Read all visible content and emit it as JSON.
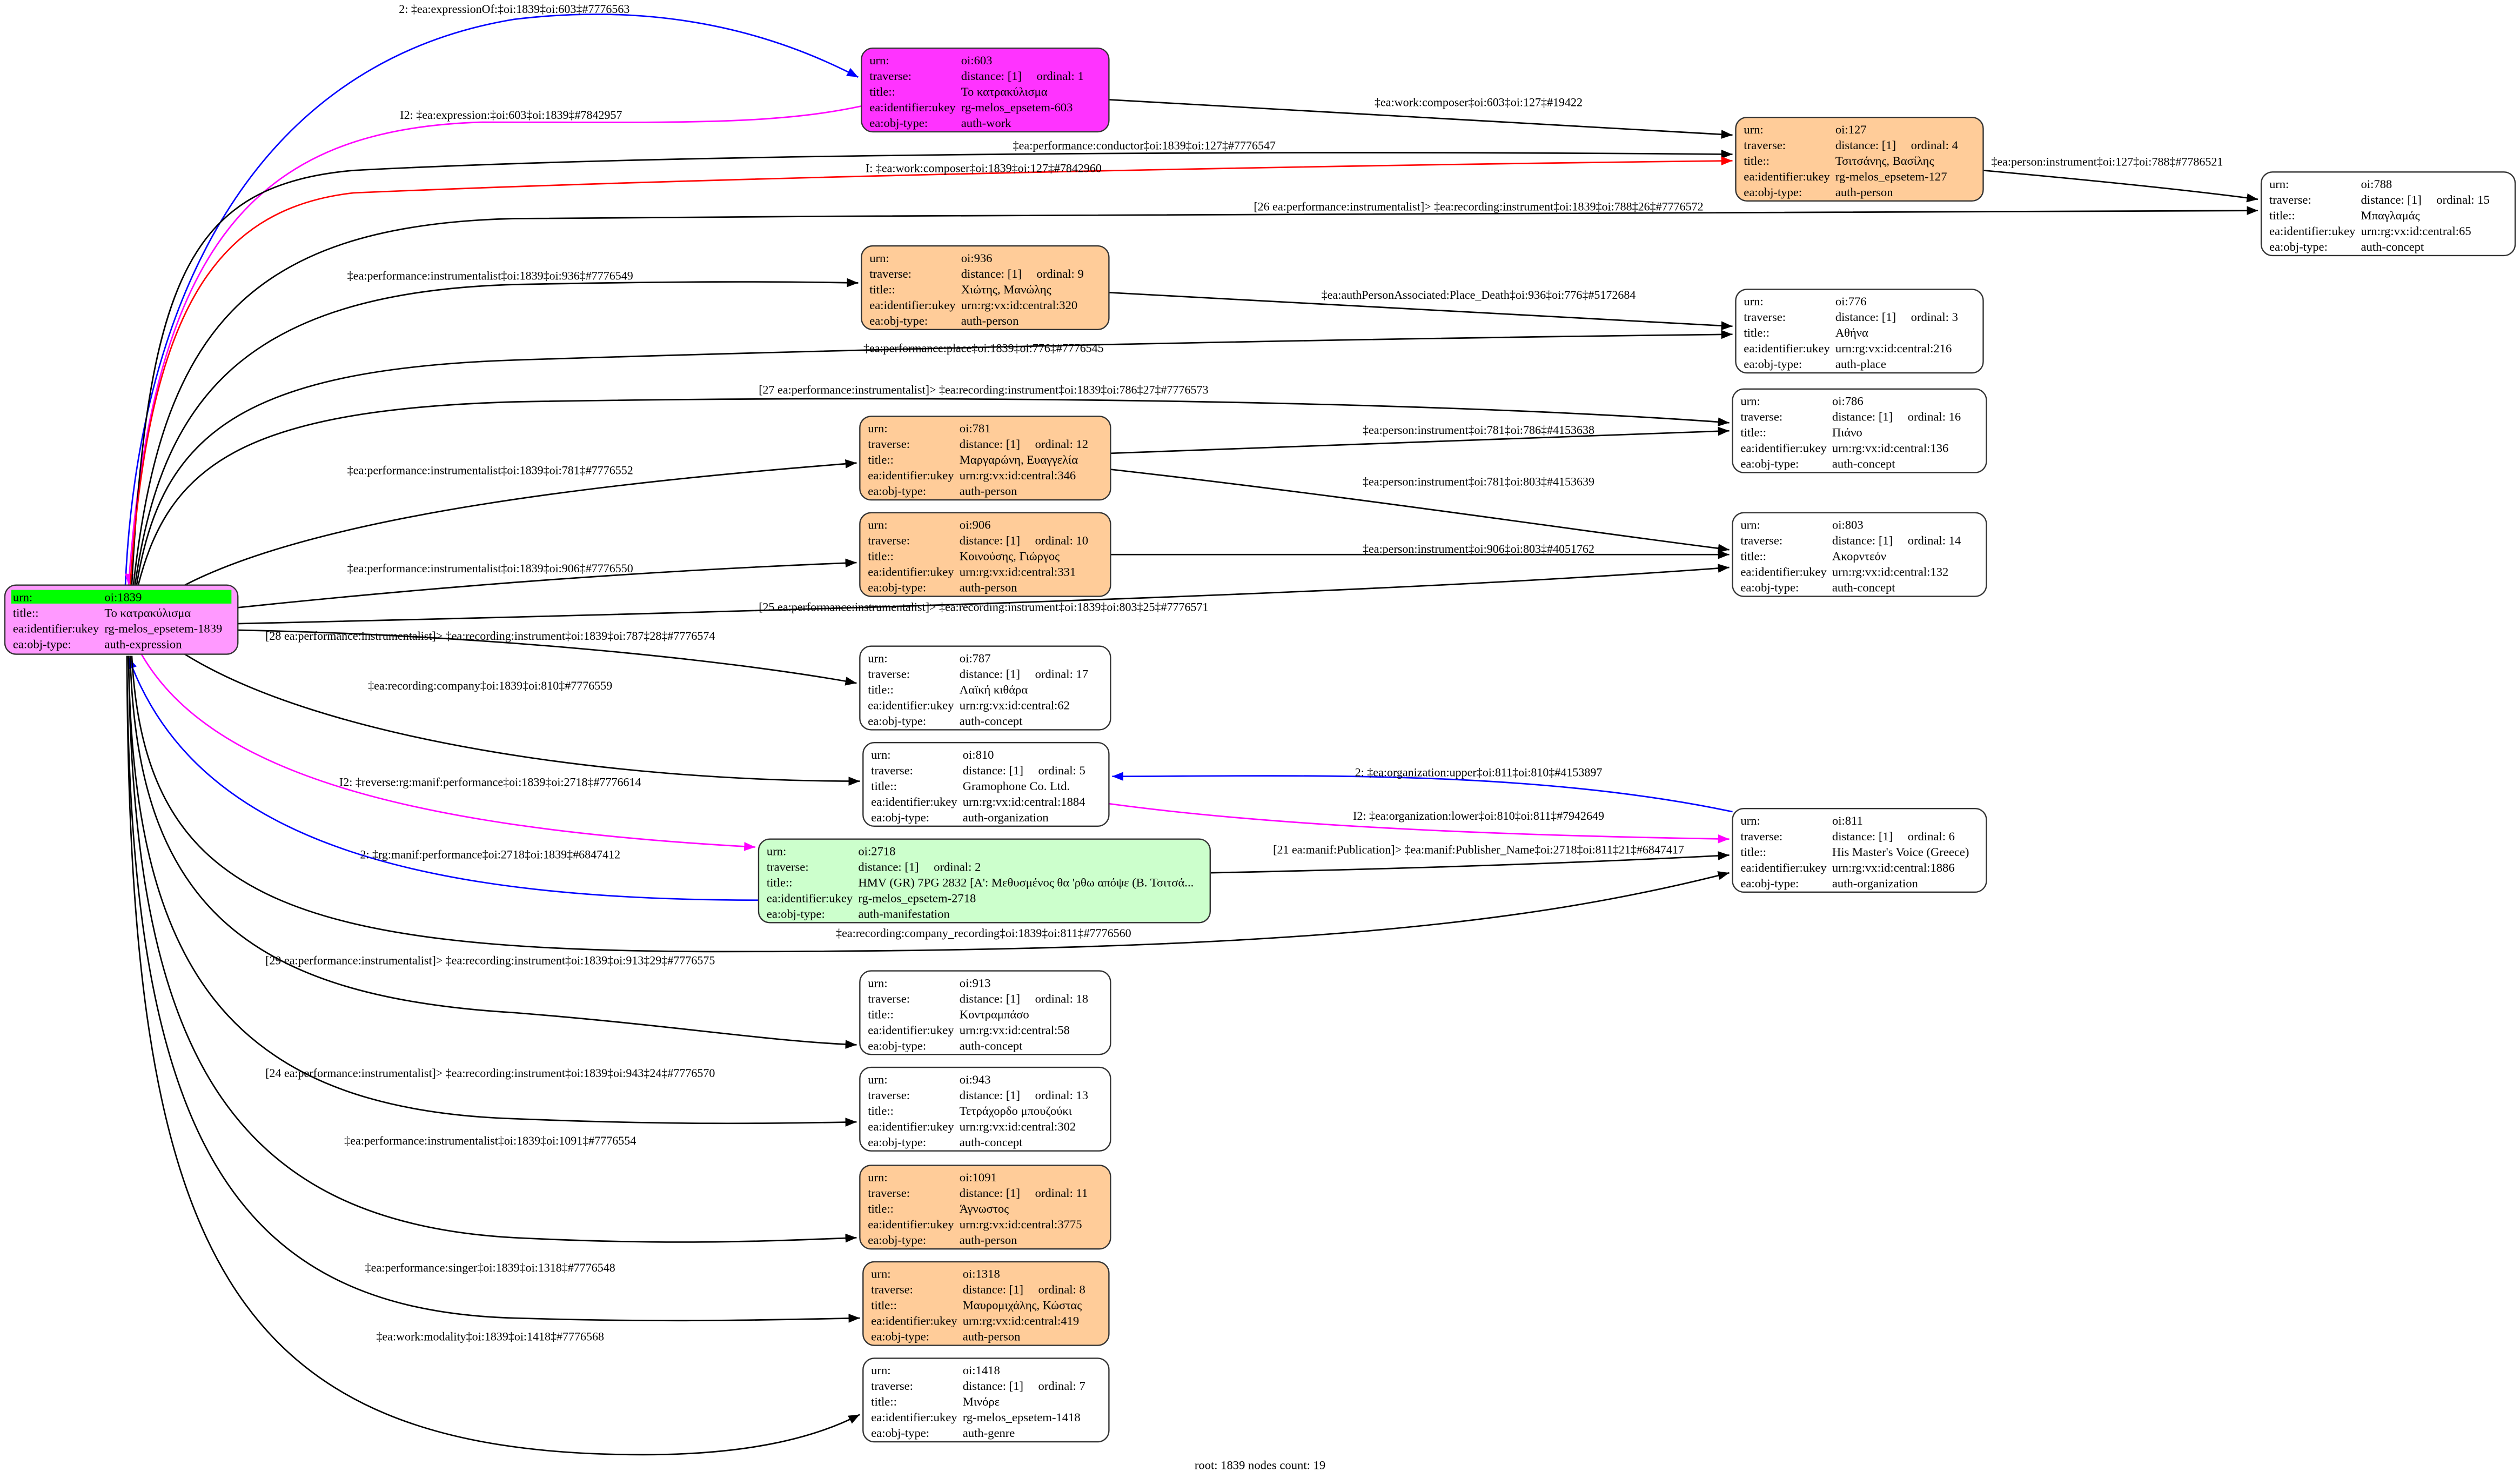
{
  "row_labels": {
    "urn": "urn:",
    "traverse": "traverse:",
    "title": "title::",
    "ukey": "ea:identifier:ukey",
    "obj_type": "ea:obj-type:"
  },
  "colors": {
    "root_fill": "#ff99ff",
    "root_highlight": "#00ff00",
    "work": "#ff33ff",
    "person": "#ffcc99",
    "manifestation": "#ccffcc",
    "default": "#ffffff",
    "edge_blue": "#0000ff",
    "edge_magenta": "#ff00ff",
    "edge_red": "#ff0000",
    "edge_black": "#000000"
  },
  "nodes": [
    {
      "id": "1839",
      "urn": "oi:1839",
      "title": "Το κατρακύλισμα",
      "ukey": "rg-melos_epsetem-1839",
      "obj_type": "auth-expression",
      "fill": "#ff99ff",
      "root": true
    },
    {
      "id": "603",
      "urn": "oi:603",
      "distance": "distance: [1]",
      "ordinal": "ordinal: 1",
      "title": "Το κατρακύλισμα",
      "ukey": "rg-melos_epsetem-603",
      "obj_type": "auth-work",
      "fill": "#ff33ff"
    },
    {
      "id": "127",
      "urn": "oi:127",
      "distance": "distance: [1]",
      "ordinal": "ordinal: 4",
      "title": "Τσιτσάνης, Βασίλης",
      "ukey": "rg-melos_epsetem-127",
      "obj_type": "auth-person",
      "fill": "#ffcc99"
    },
    {
      "id": "788",
      "urn": "oi:788",
      "distance": "distance: [1]",
      "ordinal": "ordinal: 15",
      "title": "Μπαγλαμάς",
      "ukey": "urn:rg:vx:id:central:65",
      "obj_type": "auth-concept",
      "fill": "#ffffff"
    },
    {
      "id": "936",
      "urn": "oi:936",
      "distance": "distance: [1]",
      "ordinal": "ordinal: 9",
      "title": "Χιώτης, Μανώλης",
      "ukey": "urn:rg:vx:id:central:320",
      "obj_type": "auth-person",
      "fill": "#ffcc99"
    },
    {
      "id": "776",
      "urn": "oi:776",
      "distance": "distance: [1]",
      "ordinal": "ordinal: 3",
      "title": "Αθήνα",
      "ukey": "urn:rg:vx:id:central:216",
      "obj_type": "auth-place",
      "fill": "#ffffff"
    },
    {
      "id": "786",
      "urn": "oi:786",
      "distance": "distance: [1]",
      "ordinal": "ordinal: 16",
      "title": "Πιάνο",
      "ukey": "urn:rg:vx:id:central:136",
      "obj_type": "auth-concept",
      "fill": "#ffffff"
    },
    {
      "id": "781",
      "urn": "oi:781",
      "distance": "distance: [1]",
      "ordinal": "ordinal: 12",
      "title": "Μαργαρώνη, Ευαγγελία",
      "ukey": "urn:rg:vx:id:central:346",
      "obj_type": "auth-person",
      "fill": "#ffcc99"
    },
    {
      "id": "906",
      "urn": "oi:906",
      "distance": "distance: [1]",
      "ordinal": "ordinal: 10",
      "title": "Κοινούσης, Γιώργος",
      "ukey": "urn:rg:vx:id:central:331",
      "obj_type": "auth-person",
      "fill": "#ffcc99"
    },
    {
      "id": "803",
      "urn": "oi:803",
      "distance": "distance: [1]",
      "ordinal": "ordinal: 14",
      "title": "Ακορντεόν",
      "ukey": "urn:rg:vx:id:central:132",
      "obj_type": "auth-concept",
      "fill": "#ffffff"
    },
    {
      "id": "787",
      "urn": "oi:787",
      "distance": "distance: [1]",
      "ordinal": "ordinal: 17",
      "title": "Λαϊκή κιθάρα",
      "ukey": "urn:rg:vx:id:central:62",
      "obj_type": "auth-concept",
      "fill": "#ffffff"
    },
    {
      "id": "810",
      "urn": "oi:810",
      "distance": "distance: [1]",
      "ordinal": "ordinal: 5",
      "title": "Gramophone Co. Ltd.",
      "ukey": "urn:rg:vx:id:central:1884",
      "obj_type": "auth-organization",
      "fill": "#ffffff"
    },
    {
      "id": "2718",
      "urn": "oi:2718",
      "distance": "distance: [1]",
      "ordinal": "ordinal: 2",
      "title": "HMV (GR) 7PG 2832 [Α': Μεθυσμένος θα 'ρθω απόψε (Β. Τσιτσά...",
      "ukey": "rg-melos_epsetem-2718",
      "obj_type": "auth-manifestation",
      "fill": "#ccffcc"
    },
    {
      "id": "811",
      "urn": "oi:811",
      "distance": "distance: [1]",
      "ordinal": "ordinal: 6",
      "title": "His Master's Voice (Greece)",
      "ukey": "urn:rg:vx:id:central:1886",
      "obj_type": "auth-organization",
      "fill": "#ffffff"
    },
    {
      "id": "913",
      "urn": "oi:913",
      "distance": "distance: [1]",
      "ordinal": "ordinal: 18",
      "title": "Κοντραμπάσο",
      "ukey": "urn:rg:vx:id:central:58",
      "obj_type": "auth-concept",
      "fill": "#ffffff"
    },
    {
      "id": "943",
      "urn": "oi:943",
      "distance": "distance: [1]",
      "ordinal": "ordinal: 13",
      "title": "Τετράχορδο μπουζούκι",
      "ukey": "urn:rg:vx:id:central:302",
      "obj_type": "auth-concept",
      "fill": "#ffffff"
    },
    {
      "id": "1091",
      "urn": "oi:1091",
      "distance": "distance: [1]",
      "ordinal": "ordinal: 11",
      "title": "Άγνωστος",
      "ukey": "urn:rg:vx:id:central:3775",
      "obj_type": "auth-person",
      "fill": "#ffcc99"
    },
    {
      "id": "1318",
      "urn": "oi:1318",
      "distance": "distance: [1]",
      "ordinal": "ordinal: 8",
      "title": "Μαυρομιχάλης, Κώστας",
      "ukey": "urn:rg:vx:id:central:419",
      "obj_type": "auth-person",
      "fill": "#ffcc99"
    },
    {
      "id": "1418",
      "urn": "oi:1418",
      "distance": "distance: [1]",
      "ordinal": "ordinal: 7",
      "title": "Μινόρε",
      "ukey": "rg-melos_epsetem-1418",
      "obj_type": "auth-genre",
      "fill": "#ffffff"
    }
  ],
  "edges": [
    {
      "label": "2: ‡ea:expressionOf:‡oi:1839‡oi:603‡#7776563",
      "color": "#0000ff"
    },
    {
      "label": "I2: ‡ea:expression:‡oi:603‡oi:1839‡#7842957",
      "color": "#ff00ff"
    },
    {
      "label": "‡ea:performance:conductor‡oi:1839‡oi:127‡#7776547",
      "color": "#000000"
    },
    {
      "label": "I: ‡ea:work:composer‡oi:1839‡oi:127‡#7842960",
      "color": "#ff0000"
    },
    {
      "label": "‡ea:work:composer‡oi:603‡oi:127‡#19422",
      "color": "#000000"
    },
    {
      "label": "‡ea:person:instrument‡oi:127‡oi:788‡#7786521",
      "color": "#000000"
    },
    {
      "label": "[26 ea:performance:instrumentalist]> ‡ea:recording:instrument‡oi:1839‡oi:788‡26‡#7776572",
      "color": "#000000"
    },
    {
      "label": "‡ea:performance:instrumentalist‡oi:1839‡oi:936‡#7776549",
      "color": "#000000"
    },
    {
      "label": "‡ea:authPersonAssociated:Place_Death‡oi:936‡oi:776‡#5172684",
      "color": "#000000"
    },
    {
      "label": "‡ea:performance:place‡oi:1839‡oi:776‡#7776545",
      "color": "#000000"
    },
    {
      "label": "[27 ea:performance:instrumentalist]> ‡ea:recording:instrument‡oi:1839‡oi:786‡27‡#7776573",
      "color": "#000000"
    },
    {
      "label": "‡ea:performance:instrumentalist‡oi:1839‡oi:781‡#7776552",
      "color": "#000000"
    },
    {
      "label": "‡ea:person:instrument‡oi:781‡oi:786‡#4153638",
      "color": "#000000"
    },
    {
      "label": "‡ea:person:instrument‡oi:781‡oi:803‡#4153639",
      "color": "#000000"
    },
    {
      "label": "‡ea:performance:instrumentalist‡oi:1839‡oi:906‡#7776550",
      "color": "#000000"
    },
    {
      "label": "‡ea:person:instrument‡oi:906‡oi:803‡#4051762",
      "color": "#000000"
    },
    {
      "label": "[25 ea:performance:instrumentalist]> ‡ea:recording:instrument‡oi:1839‡oi:803‡25‡#7776571",
      "color": "#000000"
    },
    {
      "label": "[28 ea:performance:instrumentalist]> ‡ea:recording:instrument‡oi:1839‡oi:787‡28‡#7776574",
      "color": "#000000"
    },
    {
      "label": "‡ea:recording:company‡oi:1839‡oi:810‡#7776559",
      "color": "#000000"
    },
    {
      "label": "I2: ‡reverse:rg:manif:performance‡oi:1839‡oi:2718‡#7776614",
      "color": "#ff00ff"
    },
    {
      "label": "2: ‡rg:manif:performance‡oi:2718‡oi:1839‡#6847412",
      "color": "#0000ff"
    },
    {
      "label": "2: ‡ea:organization:upper‡oi:811‡oi:810‡#4153897",
      "color": "#0000ff"
    },
    {
      "label": "I2: ‡ea:organization:lower‡oi:810‡oi:811‡#7942649",
      "color": "#ff00ff"
    },
    {
      "label": "[21 ea:manif:Publication]> ‡ea:manif:Publisher_Name‡oi:2718‡oi:811‡21‡#6847417",
      "color": "#000000"
    },
    {
      "label": "‡ea:recording:company_recording‡oi:1839‡oi:811‡#7776560",
      "color": "#000000"
    },
    {
      "label": "[29 ea:performance:instrumentalist]> ‡ea:recording:instrument‡oi:1839‡oi:913‡29‡#7776575",
      "color": "#000000"
    },
    {
      "label": "[24 ea:performance:instrumentalist]> ‡ea:recording:instrument‡oi:1839‡oi:943‡24‡#7776570",
      "color": "#000000"
    },
    {
      "label": "‡ea:performance:instrumentalist‡oi:1839‡oi:1091‡#7776554",
      "color": "#000000"
    },
    {
      "label": "‡ea:performance:singer‡oi:1839‡oi:1318‡#7776548",
      "color": "#000000"
    },
    {
      "label": "‡ea:work:modality‡oi:1839‡oi:1418‡#7776568",
      "color": "#000000"
    }
  ],
  "footer": "root: 1839 nodes count: 19"
}
